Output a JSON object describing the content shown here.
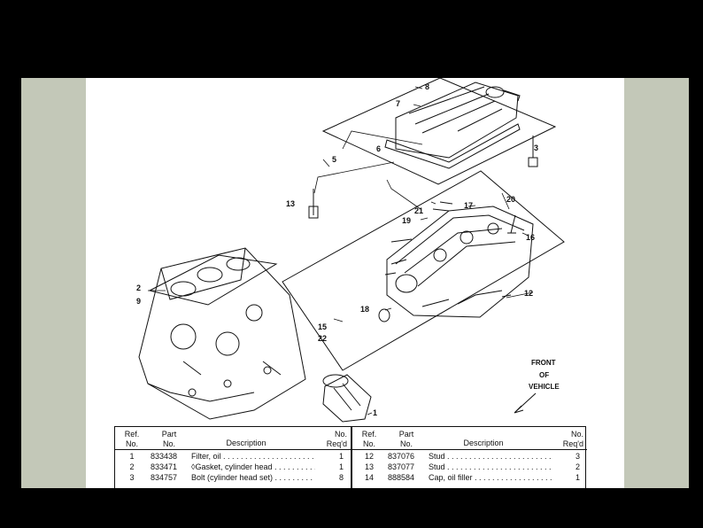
{
  "diagram": {
    "callouts": [
      "8",
      "7",
      "6",
      "5",
      "3",
      "13",
      "20",
      "17",
      "21",
      "19",
      "16",
      "2",
      "9",
      "12",
      "18",
      "15",
      "22",
      "1"
    ],
    "direction": {
      "line1": "FRONT",
      "line2": "OF",
      "line3": "VEHICLE"
    }
  },
  "table": {
    "headers": {
      "ref": [
        "Ref.",
        "No."
      ],
      "part": [
        "Part",
        "No."
      ],
      "description": "Description",
      "qty": [
        "No.",
        "Req'd"
      ]
    },
    "left_rows": [
      {
        "ref": "1",
        "part": "833438",
        "description": "Filter, oil",
        "qty": "1"
      },
      {
        "ref": "2",
        "part": "833471",
        "description": "◊Gasket, cylinder head",
        "qty": "1"
      },
      {
        "ref": "3",
        "part": "834757",
        "description": "Bolt (cylinder head set)",
        "qty": "8"
      }
    ],
    "right_rows": [
      {
        "ref": "12",
        "part": "837076",
        "description": "Stud",
        "qty": "3"
      },
      {
        "ref": "13",
        "part": "837077",
        "description": "Stud",
        "qty": "2"
      },
      {
        "ref": "14",
        "part": "888584",
        "description": "Cap, oil filler",
        "qty": "1"
      }
    ]
  }
}
